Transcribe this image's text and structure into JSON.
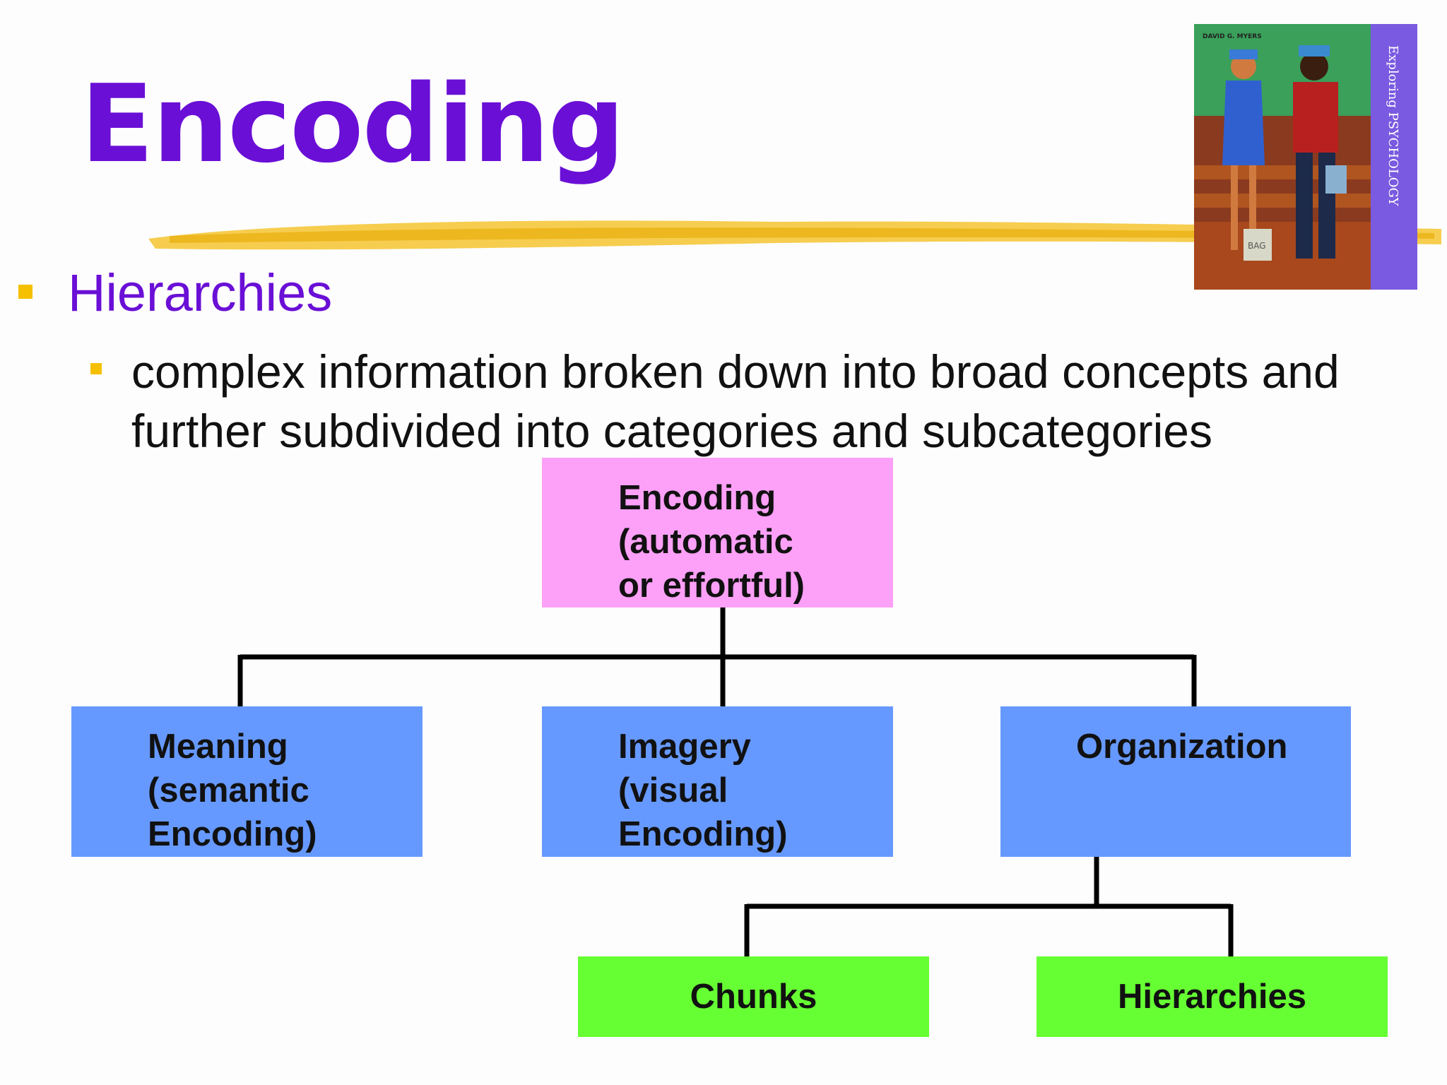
{
  "slide": {
    "title": "Encoding",
    "bullet": "Hierarchies",
    "sub_bullet": "complex information broken down into broad concepts and further subdivided into categories and subcategories"
  },
  "book_cover": {
    "author": "DAVID G. MYERS",
    "spine_text": "Exploring PSYCHOLOGY",
    "bag_text": "BAG"
  },
  "diagram": {
    "root": "Encoding\n(automatic\nor effortful)",
    "children": [
      "Meaning\n(semantic\nEncoding)",
      "Imagery\n(visual\nEncoding)",
      "Organization"
    ],
    "grandchildren": [
      "Chunks",
      "Hierarchies"
    ]
  },
  "colors": {
    "title": "#6a0fd6",
    "bullet": "#f5c000",
    "root_box": "#fda0f7",
    "child_box": "#6699ff",
    "leaf_box": "#66ff33"
  }
}
